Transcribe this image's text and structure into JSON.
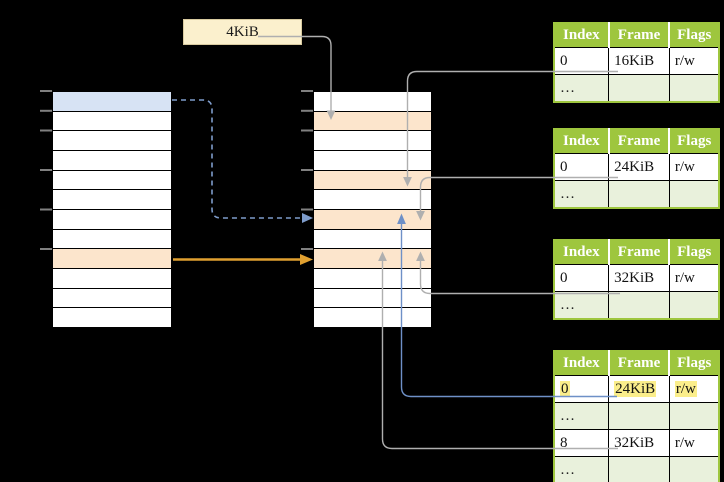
{
  "diagram": {
    "page_size_label": "4KiB",
    "memory_columns": {
      "left": {
        "row_count": 12,
        "blue_rows": [
          0
        ],
        "orange_rows": [
          8
        ],
        "tick_rows": [
          0,
          1,
          2,
          4,
          6,
          8
        ]
      },
      "middle": {
        "row_count": 12,
        "blue_rows": [],
        "orange_rows": [
          1,
          4,
          6,
          8
        ],
        "tick_rows": [
          0,
          1,
          2,
          4,
          6,
          8
        ]
      }
    }
  },
  "tables": [
    {
      "headers": [
        "Index",
        "Frame",
        "Flags"
      ],
      "rows": [
        {
          "cells": [
            "0",
            "16KiB",
            "r/w"
          ],
          "shaded": false,
          "highlighted": false
        },
        {
          "cells": [
            "…",
            "",
            ""
          ],
          "shaded": true,
          "highlighted": false
        }
      ]
    },
    {
      "headers": [
        "Index",
        "Frame",
        "Flags"
      ],
      "rows": [
        {
          "cells": [
            "0",
            "24KiB",
            "r/w"
          ],
          "shaded": false,
          "highlighted": false
        },
        {
          "cells": [
            "…",
            "",
            ""
          ],
          "shaded": true,
          "highlighted": false
        }
      ]
    },
    {
      "headers": [
        "Index",
        "Frame",
        "Flags"
      ],
      "rows": [
        {
          "cells": [
            "0",
            "32KiB",
            "r/w"
          ],
          "shaded": false,
          "highlighted": false
        },
        {
          "cells": [
            "…",
            "",
            ""
          ],
          "shaded": true,
          "highlighted": false
        }
      ]
    },
    {
      "headers": [
        "Index",
        "Frame",
        "Flags"
      ],
      "rows": [
        {
          "cells": [
            "0",
            "24KiB",
            "r/w"
          ],
          "shaded": false,
          "highlighted": true
        },
        {
          "cells": [
            "…",
            "",
            ""
          ],
          "shaded": true,
          "highlighted": false
        },
        {
          "cells": [
            "8",
            "32KiB",
            "r/w"
          ],
          "shaded": false,
          "highlighted": false
        },
        {
          "cells": [
            "…",
            "",
            ""
          ],
          "shaded": true,
          "highlighted": false
        }
      ]
    }
  ],
  "colors": {
    "background": "#000000",
    "table_header_green": "#9EC63E",
    "table_row_green": "#E9F1DC",
    "mapped_page_orange": "#FCE5CC",
    "selected_page_blue": "#D7E3F4",
    "label_cream": "#FBF0CD",
    "label_cream_border": "#D9CBA0",
    "highlight_yellow": "#FBEE8B",
    "connector_gray": "#AFAFAF",
    "connector_blue": "#6E90C7",
    "connector_blue_dashed": "#7E9CCB",
    "connector_orange": "#E0A030",
    "tick_gray": "#808080"
  }
}
